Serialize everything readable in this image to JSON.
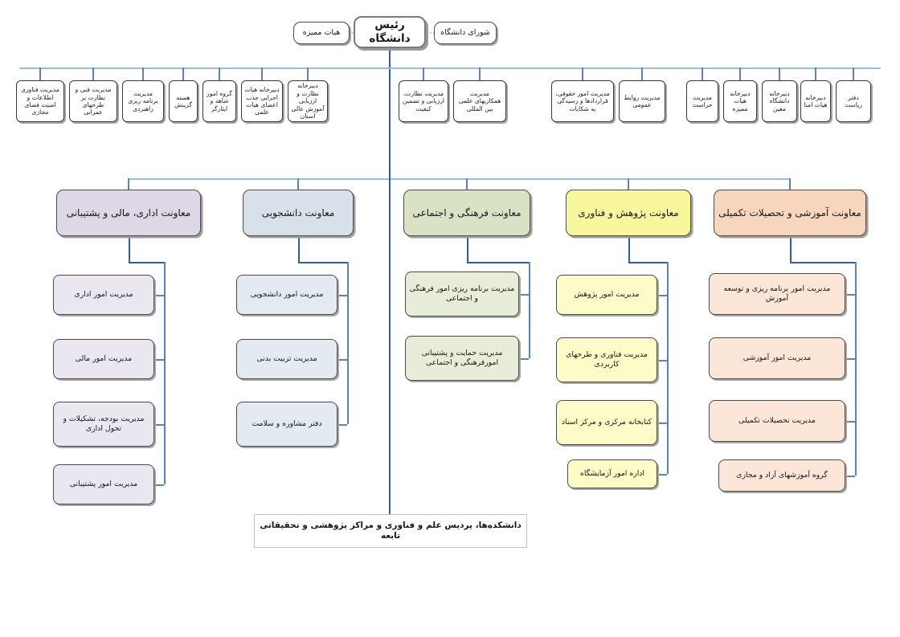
{
  "chart": {
    "type": "organization-chart",
    "language": "fa",
    "direction": "rtl",
    "title_node": "رئیس دانشگاه"
  },
  "colors": {
    "administrative": "#ddd7e6",
    "student": "#d8e0ea",
    "cultural": "#d9e2c4",
    "research": "#f8f79c",
    "education": "#f8d6bd",
    "administrative_sub": "#ebe7f0",
    "student_sub": "#e3eaf2",
    "cultural_sub": "#e7edd9",
    "research_sub": "#fdfbc8",
    "education_sub": "#fbe6d8",
    "white": "#ffffff",
    "connector": "#5a84b8",
    "connector_strong": "#2f5f99",
    "connector_pale": "#9dbcd8",
    "border": "#3a3a3a",
    "shadow": "#a6a6a6"
  },
  "top": {
    "president": "رئیس دانشگاه",
    "left_council": "هیات ممیزه",
    "right_council": "شورای دانشگاه"
  },
  "staff_units": [
    {
      "label": "مدیریت فناوری اطلاعات و امنیت فضای مجازی"
    },
    {
      "label": "مدیریت فنی و نظارت بر طرحهای عمرانی"
    },
    {
      "label": "مدیریت برنامه ریزی راهبردی"
    },
    {
      "label": "هسته گزینش"
    },
    {
      "label": "گروه امور شاهد و ایثارگر"
    },
    {
      "label": "دبیرخانه هیات اجرایی جذب اعضای هیات علمی"
    },
    {
      "label": "دبیرخانه نظارت و ارزیابی آموزش عالی استان"
    },
    {
      "label": "مدیریت نظارت، ارزیابی و تضمین کیفیت"
    },
    {
      "label": "مدیریت همکاریهای علمی بین المللی"
    },
    {
      "label": "مدیریت امور حقوقی، قراردادها و رسیدگی به شکایات"
    },
    {
      "label": "مدیریت روابط عمومی"
    },
    {
      "label": "مدیریت حراست"
    },
    {
      "label": "دبیرخانه هیات ممیزه"
    },
    {
      "label": "دبیرخانه دانشگاه معین"
    },
    {
      "label": "دبیرخانه هیات امنا"
    },
    {
      "label": "دفتر ریاست"
    }
  ],
  "deputies": [
    {
      "id": "administrative",
      "label": "معاونت اداری، مالی و پشتیبانی",
      "children": [
        {
          "label": "مدیریت امور اداری"
        },
        {
          "label": "مدیریت امور مالی"
        },
        {
          "label": "مدیریت بودجه، تشکیلات و تحول اداری"
        },
        {
          "label": "مدیریت امور پشتیبانی"
        }
      ]
    },
    {
      "id": "student",
      "label": "معاونت دانشجویی",
      "children": [
        {
          "label": "مدیریت امور دانشجویی"
        },
        {
          "label": "مدیریت تربیت بدنی"
        },
        {
          "label": "دفتر مشاوره و سلامت"
        }
      ]
    },
    {
      "id": "cultural",
      "label": "معاونت  فرهنگی و اجتماعی",
      "children": [
        {
          "label": "مدیریت برنامه ریزی امور فرهنگی و اجتماعی"
        },
        {
          "label": "مدیریت حمایت و پشتیبانی امورفرهنگی و اجتماعی"
        }
      ]
    },
    {
      "id": "research",
      "label": "معاونت پژوهش و فناوری",
      "children": [
        {
          "label": "مدیریت امور پژوهش"
        },
        {
          "label": "مدیریت فناوری و طرحهای کاربردی"
        },
        {
          "label": "کتابخانه مرکزی و مرکز اسناد"
        },
        {
          "label": "اداره امور آزمایشگاه"
        }
      ]
    },
    {
      "id": "education",
      "label": "معاونت آموزشی و تحصیلات تکمیلی",
      "children": [
        {
          "label": "مدیریت امور برنامه ریزی و توسعه آموزش"
        },
        {
          "label": "مدیریت امور آموزشی"
        },
        {
          "label": "مدیریت تحصیلات تکمیلی"
        },
        {
          "label": "گروه آموزشهای آزاد و مجازی"
        }
      ]
    }
  ],
  "footer": {
    "label": "دانشکده‌ها، پردیس علم و فناوری و مراکز پژوهشی و تحقیقاتی تابعه"
  }
}
